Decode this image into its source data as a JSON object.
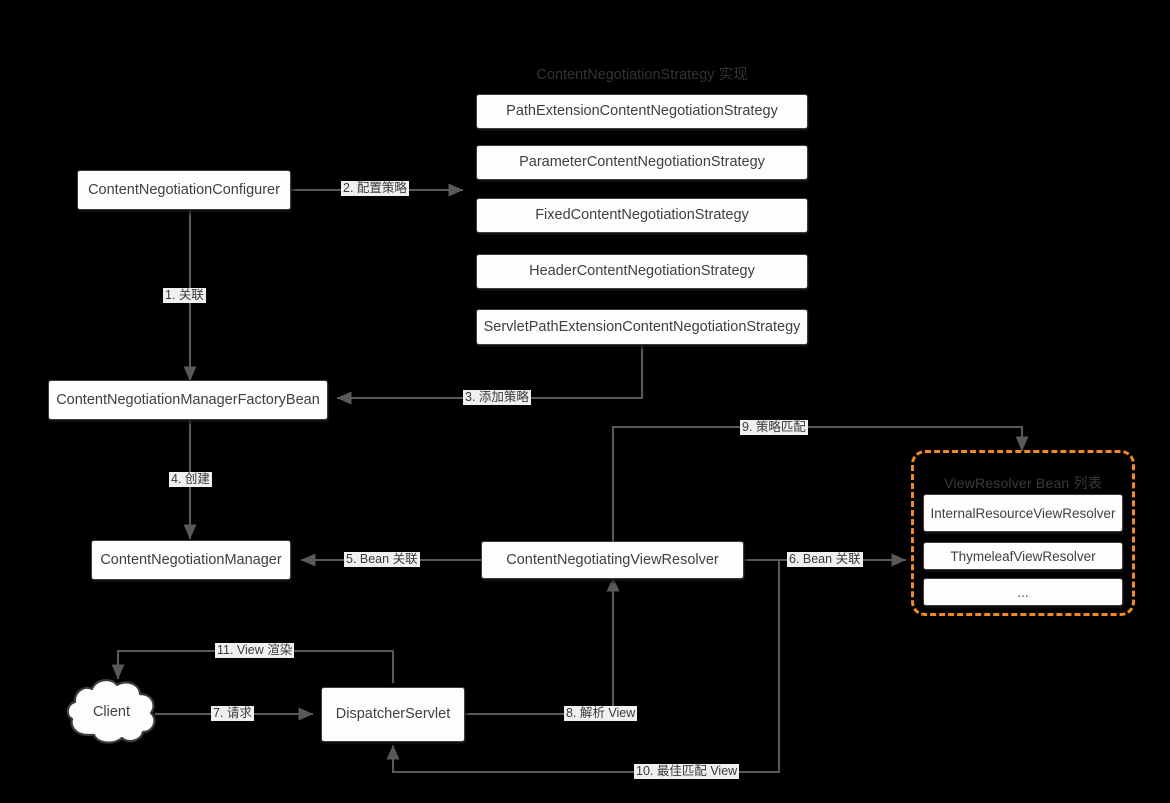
{
  "diagram": {
    "title_strategy_group": "ContentNegotiationStrategy 实现",
    "viewresolver_group_title": "ViewResolver Bean 列表"
  },
  "nodes": {
    "configurer": "ContentNegotiationConfigurer",
    "factory_bean": "ContentNegotiationManagerFactoryBean",
    "manager": "ContentNegotiationManager",
    "cnvr": "ContentNegotiatingViewResolver",
    "dispatcher": "DispatcherServlet",
    "client": "Client"
  },
  "strategies": [
    "PathExtensionContentNegotiationStrategy",
    "ParameterContentNegotiationStrategy",
    "FixedContentNegotiationStrategy",
    "HeaderContentNegotiationStrategy",
    "ServletPathExtensionContentNegotiationStrategy"
  ],
  "view_resolvers": [
    "InternalResourceViewResolver",
    "ThymeleafViewResolver",
    "..."
  ],
  "edges": [
    {
      "id": 1,
      "label": "1. 关联"
    },
    {
      "id": 2,
      "label": "2. 配置策略"
    },
    {
      "id": 3,
      "label": "3. 添加策略"
    },
    {
      "id": 4,
      "label": "4. 创建"
    },
    {
      "id": 5,
      "label": "5. Bean 关联"
    },
    {
      "id": 6,
      "label": "6. Bean 关联"
    },
    {
      "id": 7,
      "label": "7. 请求"
    },
    {
      "id": 8,
      "label": "8. 解析 View"
    },
    {
      "id": 9,
      "label": "9. 策略匹配"
    },
    {
      "id": 10,
      "label": "10. 最佳匹配 View"
    },
    {
      "id": 11,
      "label": "11. View 渲染"
    }
  ],
  "colors": {
    "background": "#000000",
    "node_fill": "#fdfdfd",
    "node_border": "#3c3c3c",
    "node_text": "#404040",
    "edge_stroke": "#595959",
    "edge_label_bg": "#f0f0f0",
    "group_accent": "#ef8b22",
    "section_title": "#333333"
  }
}
